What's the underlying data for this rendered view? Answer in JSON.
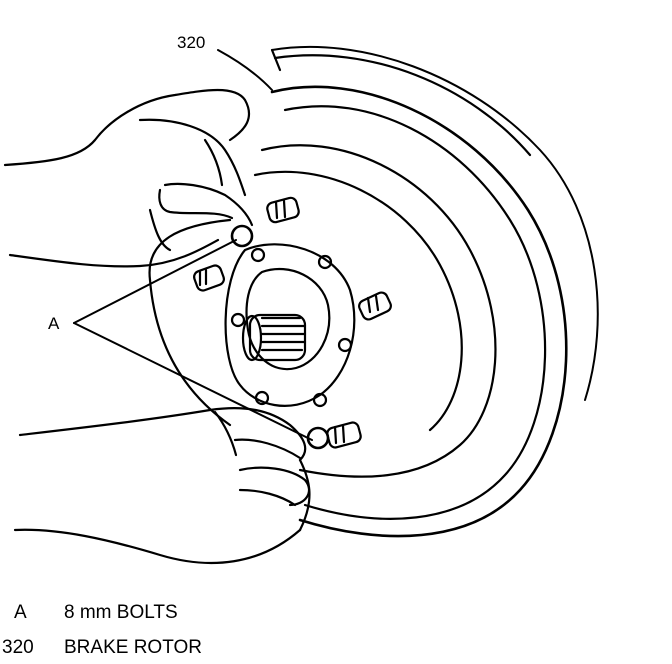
{
  "figure": {
    "callouts": {
      "rotor": "320",
      "bolts": "A"
    }
  },
  "legend": [
    {
      "key": "A",
      "text": "8 mm BOLTS"
    },
    {
      "key": "320",
      "text": "BRAKE ROTOR"
    }
  ],
  "colors": {
    "line": "#000000",
    "background": "#ffffff"
  }
}
